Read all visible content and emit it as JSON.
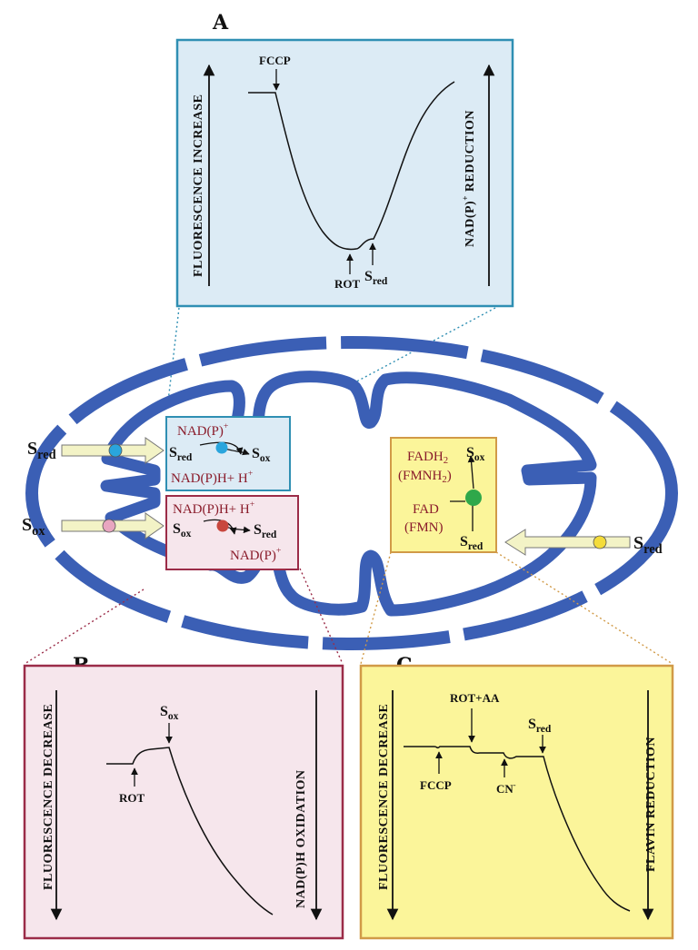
{
  "colors": {
    "membrane": "#3b5fb5",
    "panel_a_fill": "#dcebf5",
    "panel_a_border": "#2f8fb3",
    "panel_b_fill": "#f6e6ec",
    "panel_b_border": "#9b2c48",
    "panel_c_fill": "#fbf59a",
    "panel_c_border": "#d19a47",
    "arrow_fill": "#f3f3c6",
    "dot_blue": "#2aa5dd",
    "dot_pink": "#e8a6c0",
    "dot_yellow": "#f4dc3a",
    "dot_red": "#c8473d",
    "dot_green": "#2fa84a",
    "red_text": "#8a1c2b"
  },
  "panel_a": {
    "letter": "A",
    "left_axis": "FLUORESCENCE INCREASE",
    "right_axis_pre": "NAD(P)",
    "right_axis_sup": "+",
    "right_axis_post": " REDUCTION",
    "fccp": "FCCP",
    "rot": "ROT",
    "s_main": "S",
    "s_sub": "red"
  },
  "panel_b": {
    "letter": "B",
    "left_axis": "FLUORESCENCE DECREASE",
    "right_axis": "NAD(P)H OXIDATION",
    "rot": "ROT",
    "s_main": "S",
    "s_sub": "ox"
  },
  "panel_c": {
    "letter": "C",
    "left_axis": "FLUORESCENCE DECREASE",
    "right_axis": "FLAVIN REDUCTION",
    "rot_aa": "ROT+AA",
    "fccp": "FCCP",
    "cn": "CN",
    "cn_sup": "-",
    "s_main": "S",
    "s_sub": "red"
  },
  "mito": {
    "box_blue": {
      "nadp_plus": "NAD(P)",
      "plus_sup": "+",
      "s": "S",
      "red": "red",
      "ox": "ox",
      "nadph": "NAD(P)H+ H",
      "h_sup": "+"
    },
    "box_red": {
      "nadph": "NAD(P)H+ H",
      "h_sup": "+",
      "s": "S",
      "ox": "ox",
      "red": "red",
      "nadp_plus": "NAD(P)",
      "plus_sup": "+"
    },
    "box_yellow": {
      "fadh": "FADH",
      "fadh_sub": "2",
      "fmnh": "(FMNH",
      "fmnh_sub": "2",
      "fmnh_close": ")",
      "fad": "FAD",
      "fmn": "(FMN)",
      "s": "S",
      "ox": "ox",
      "red": "red"
    },
    "left_top_s": "S",
    "left_top_sub": "red",
    "left_bottom_s": "S",
    "left_bottom_sub": "ox",
    "right_s": "S",
    "right_sub": "red"
  }
}
